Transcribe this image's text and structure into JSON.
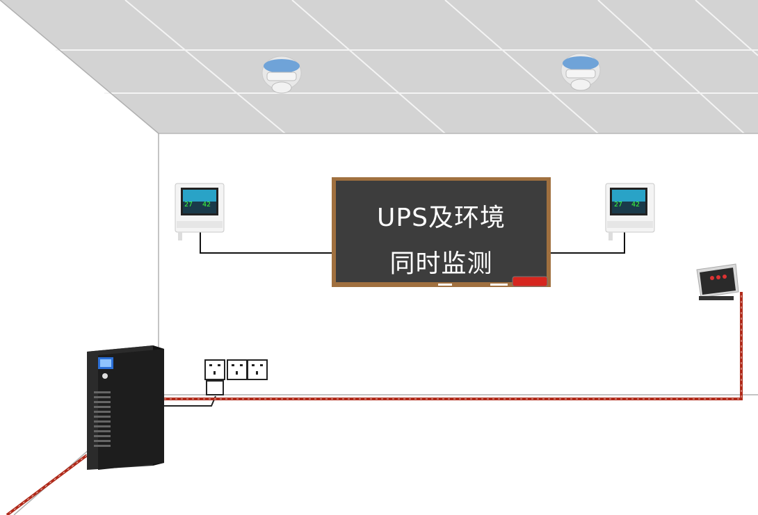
{
  "board": {
    "line1": "UPS及环境",
    "line2": "同时监测"
  },
  "sensor_display": {
    "temperature": "27",
    "humidity": "42"
  },
  "colors": {
    "ceiling": "#d3d3d3",
    "ceiling_lines": "#ffffff",
    "board_frame": "#a0703f",
    "board_face": "#3d3d3d",
    "cable_red": "#b02a1a",
    "ups_body": "#1d1d1d",
    "ups_screen": "#2b6fd6",
    "sensor_screen": "#29a3c7"
  },
  "icons": [
    "smoke-detector-icon",
    "temperature-humidity-sensor-icon",
    "power-outlet-icon",
    "ups-icon",
    "water-leak-controller-icon"
  ]
}
